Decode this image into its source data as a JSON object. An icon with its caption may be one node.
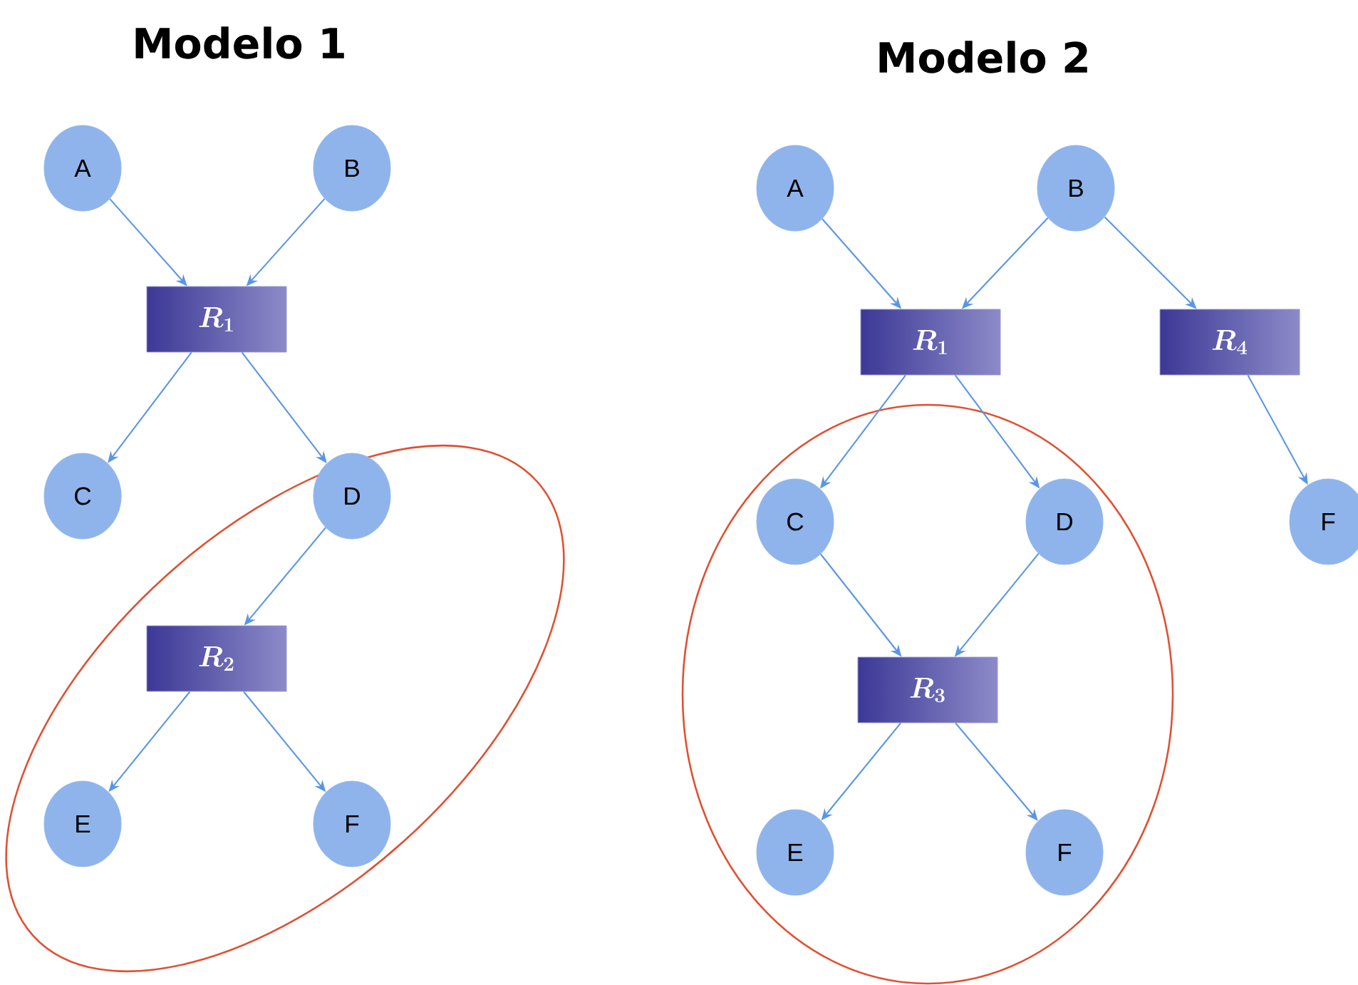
{
  "diagram": {
    "nodes": [
      {
        "text": [
          "A"
        ]
      },
      {
        "text": [
          "B"
        ]
      },
      {
        "text": [
          "R_1"
        ]
      },
      {
        "text": [
          "C"
        ]
      },
      {
        "text": [
          "D"
        ]
      },
      {
        "text": [
          "R_2"
        ]
      },
      {
        "text": [
          "E"
        ]
      },
      {
        "text": [
          "F"
        ]
      },
      {
        "text": [
          "A"
        ]
      },
      {
        "text": [
          "B"
        ]
      },
      {
        "text": [
          "R_1"
        ]
      },
      {
        "text": [
          "R_4"
        ]
      },
      {
        "text": [
          "C"
        ]
      },
      {
        "text": [
          "D"
        ]
      },
      {
        "text": [
          "F"
        ]
      },
      {
        "text": [
          "R_3"
        ]
      },
      {
        "text": [
          "E"
        ]
      },
      {
        "text": [
          "F"
        ]
      }
    ],
    "edges": [
      {
        "from": 0,
        "to": 2,
        "arrow": "to"
      },
      {
        "from": 1,
        "to": 2,
        "arrow": "to"
      },
      {
        "from": 2,
        "to": 3,
        "arrow": "to"
      },
      {
        "from": 2,
        "to": 4,
        "arrow": "to"
      },
      {
        "from": 4,
        "to": 5,
        "arrow": "to"
      },
      {
        "from": 5,
        "to": 6,
        "arrow": "to"
      },
      {
        "from": 5,
        "to": 7,
        "arrow": "to"
      },
      {
        "from": 8,
        "to": 10,
        "arrow": "to"
      },
      {
        "from": 9,
        "to": 10,
        "arrow": "to"
      },
      {
        "from": 9,
        "to": 11,
        "arrow": "to"
      },
      {
        "from": 10,
        "to": 12,
        "arrow": "to"
      },
      {
        "from": 10,
        "to": 13,
        "arrow": "to"
      },
      {
        "from": 11,
        "to": 14,
        "arrow": "to"
      },
      {
        "from": 12,
        "to": 15,
        "arrow": "to"
      },
      {
        "from": 13,
        "to": 15,
        "arrow": "to"
      },
      {
        "from": 15,
        "to": 16,
        "arrow": "to"
      },
      {
        "from": 15,
        "to": 17,
        "arrow": "to"
      }
    ],
    "labels": [
      "Modelo 1",
      "Modelo 2"
    ]
  }
}
